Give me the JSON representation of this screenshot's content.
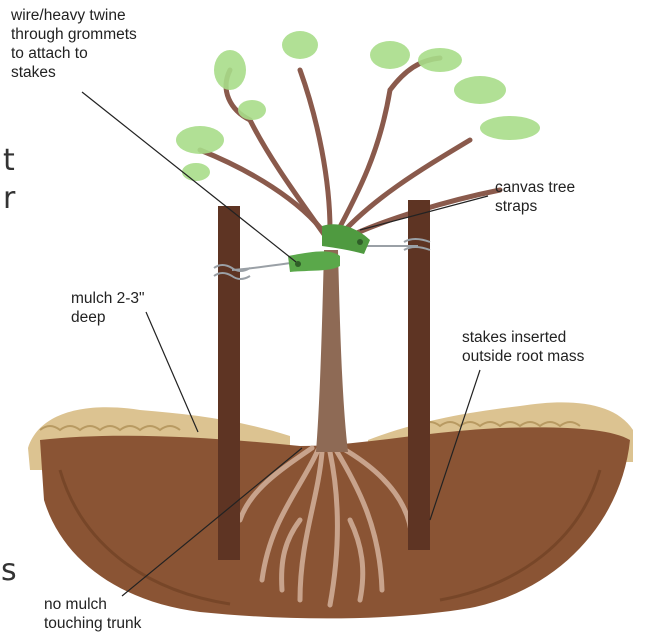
{
  "labels": {
    "wire": [
      "wire/heavy twine",
      "through grommets",
      "to attach to",
      "stakes"
    ],
    "straps": [
      "canvas tree",
      "straps"
    ],
    "mulch_depth": [
      "mulch 2-3\"",
      "deep"
    ],
    "stakes": [
      "stakes inserted",
      "outside root mass"
    ],
    "no_mulch": [
      "no mulch",
      "touching trunk"
    ]
  },
  "edge_fragments": {
    "top": "t",
    "middle": "r",
    "bottom": "s"
  },
  "colors": {
    "soil": "#8a5434",
    "soil_dark": "#6b3d22",
    "mulch": "#d9bf8c",
    "stake": "#5e3423",
    "trunk": "#8e6a55",
    "strap": "#5aa84a",
    "foliage": "#a9dd8a",
    "leader_line": "#222222"
  }
}
